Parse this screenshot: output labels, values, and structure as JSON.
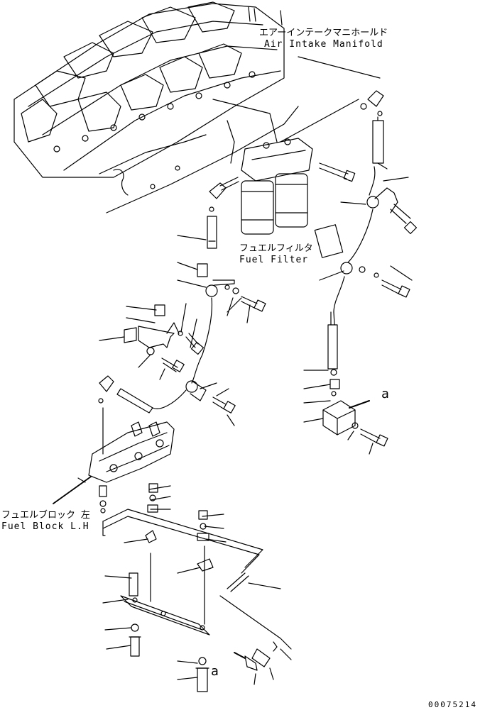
{
  "labels": {
    "air_intake_manifold_jp": "エアーインテークマニホールド",
    "air_intake_manifold_en": "Air Intake Manifold",
    "fuel_filter_jp": "フュエルフィルタ",
    "fuel_filter_en": "Fuel Filter",
    "fuel_block_jp": "フュエルブロック 左",
    "fuel_block_en": "Fuel Block L.H",
    "ref_a_right": "a",
    "ref_a_bottom": "a",
    "document_number": "00075214"
  },
  "colors": {
    "line": "#000000",
    "background": "#ffffff"
  }
}
